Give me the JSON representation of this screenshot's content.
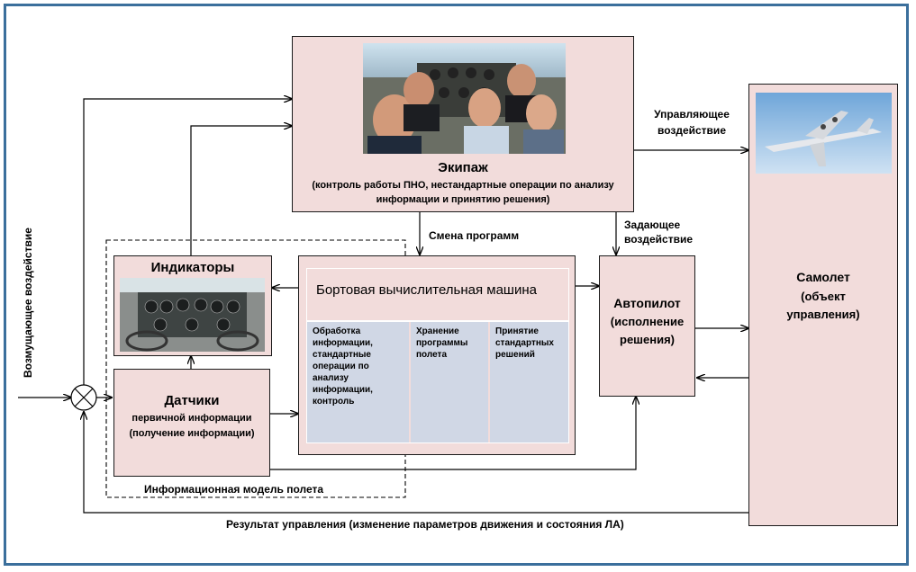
{
  "crew": {
    "title": "Экипаж",
    "desc": "(контроль работы ПНО, нестандартные операции по анализу информации и принятию решения)"
  },
  "airplane": {
    "title": "Самолет",
    "subtitle": "(объект управления)"
  },
  "indicators": {
    "title": "Индикаторы"
  },
  "sensors": {
    "title": "Датчики",
    "line1": "первичной информации",
    "line2": "(получение информации)"
  },
  "computer": {
    "title": "Бортовая вычислительная машина",
    "cells": [
      "Обработка информации, стандартные операции по анализу информации, контроль",
      "Хранение программы полета",
      "Принятие стандартных решений"
    ]
  },
  "autopilot": {
    "title": "Автопилот",
    "subtitle": "(исполнение решения)"
  },
  "labels": {
    "control_action": "Управляющее воздействие",
    "program_change": "Смена программ",
    "setting_action": "Задающее воздействие",
    "disturbance": "Возмущающее воздействие",
    "info_model": "Информационная модель полета",
    "result": "Результат управления (изменение параметров движения и состояния ЛА)"
  },
  "colors": {
    "box_fill": "#f2dcdb",
    "cell_fill": "#d0d7e5",
    "frame": "#3b6f9c"
  }
}
